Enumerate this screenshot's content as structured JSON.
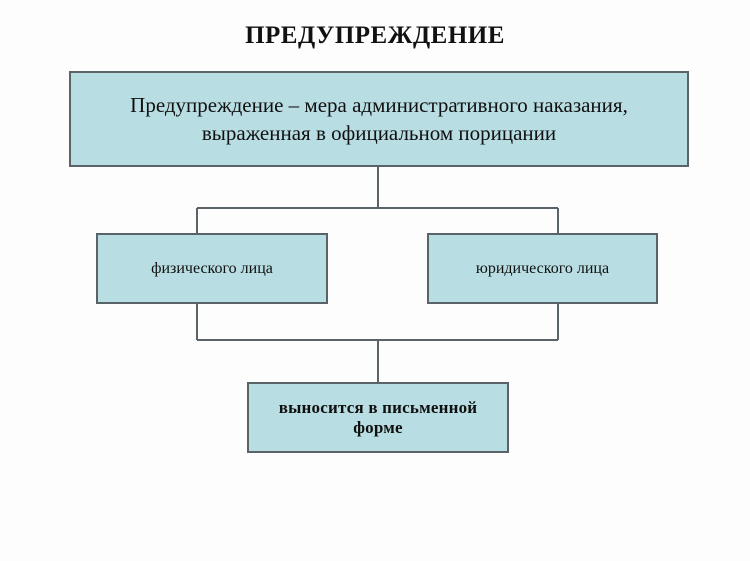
{
  "page": {
    "title": "ПРЕДУПРЕЖДЕНИЕ",
    "background_color": "#fdfdfd"
  },
  "style": {
    "node_fill": "#b8dde2",
    "node_border": "#5a6468",
    "connector_color": "#5a6468",
    "text_color": "#101010"
  },
  "diagram": {
    "type": "flowchart",
    "nodes": [
      {
        "id": "root",
        "label": "Предупреждение – мера административного наказания, выраженная в официальном порицании",
        "line1": "Предупреждение – мера административного наказания,",
        "line2": "выраженная в официальном порицании"
      },
      {
        "id": "physical",
        "label": "физического лица"
      },
      {
        "id": "legal",
        "label": "юридического лица"
      },
      {
        "id": "written",
        "label": "выносится в письменной форме"
      }
    ],
    "edges": [
      {
        "from": "root",
        "to": "physical"
      },
      {
        "from": "root",
        "to": "legal"
      },
      {
        "from": "physical",
        "to": "written"
      },
      {
        "from": "legal",
        "to": "written"
      }
    ]
  }
}
